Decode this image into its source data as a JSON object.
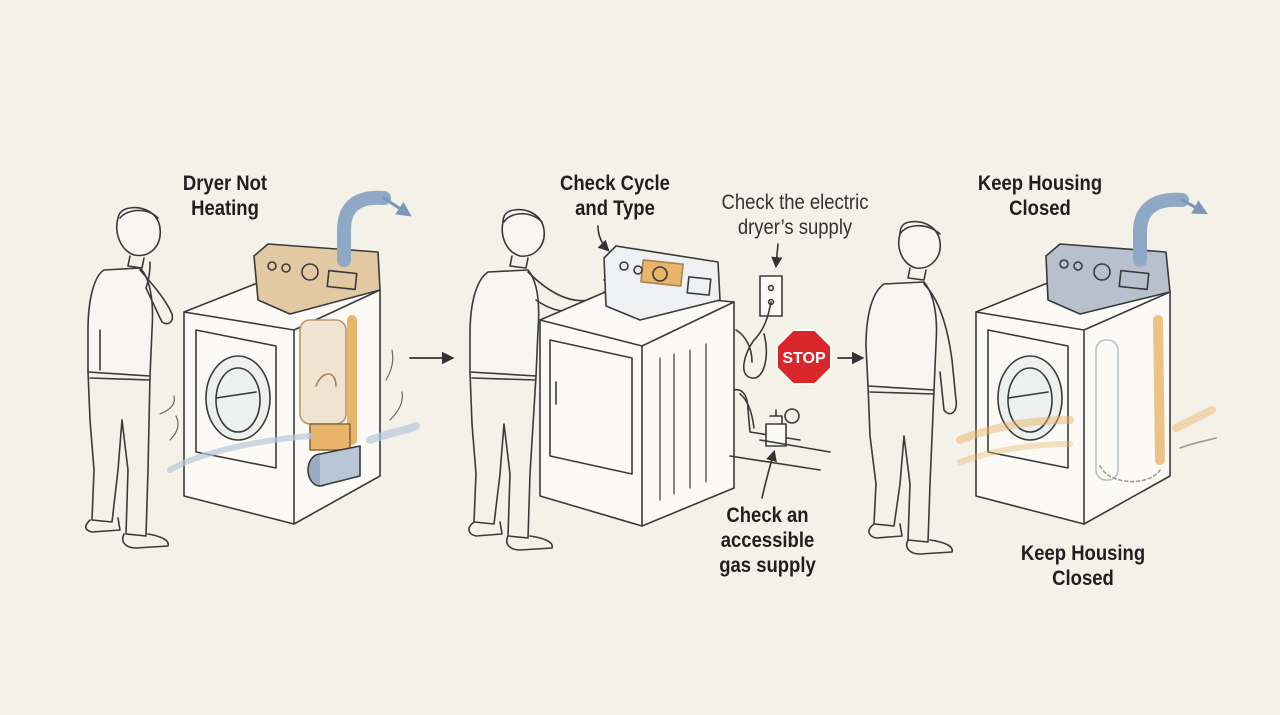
{
  "steps": [
    {
      "label_line1": "Dryer Not",
      "label_line2": "Heating"
    },
    {
      "label_line1": "Check Cycle",
      "label_line2": "and Type"
    },
    {
      "label_line1": "Keep Housing",
      "label_line2": "Closed"
    }
  ],
  "callouts": {
    "electric_line1": "Check the electric",
    "electric_line2": "dryer’s supply",
    "gas_line1": "Check an",
    "gas_line2": "accessible",
    "gas_line3": "gas supply",
    "housing_line1": "Keep Housing",
    "housing_line2": "Closed"
  },
  "stop_sign": {
    "text": "STOP",
    "color": "#d8262b"
  },
  "colors": {
    "background": "#f4f1e8",
    "ink": "#3a3a3a",
    "heat_accent": "#e8b56a",
    "air_flow": "#8ea8c6",
    "panel_tan": "#e2c9a3",
    "panel_gray": "#b7c0cc"
  },
  "icons": [
    "person-icon",
    "dryer-icon",
    "flow-arrow-icon",
    "stop-sign-icon",
    "wall-outlet-icon",
    "gas-valve-icon"
  ]
}
